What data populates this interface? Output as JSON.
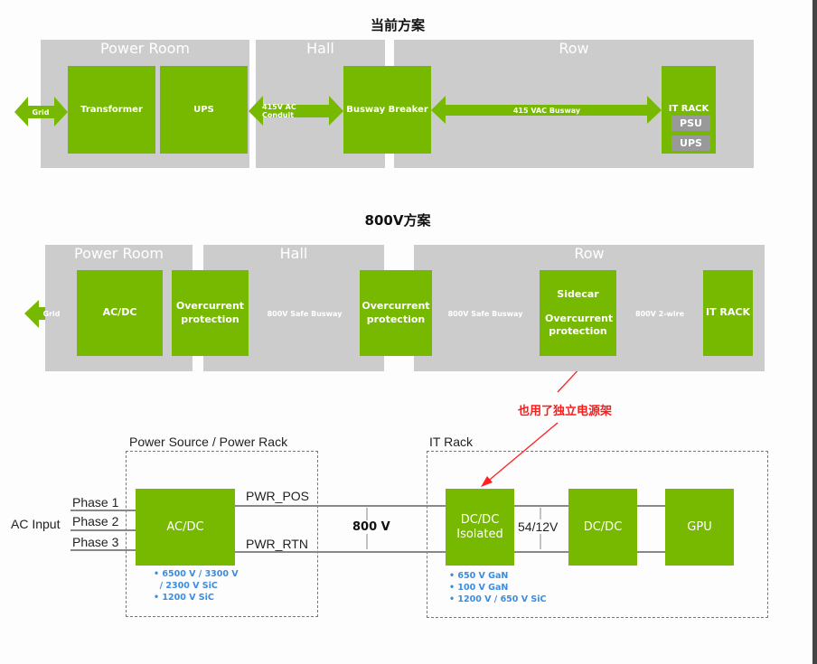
{
  "colors": {
    "nvidia_green": "#76b900",
    "zone_gray": "#cccccc",
    "annotation_red": "#ff0000",
    "bullet_blue": "#3a8de0"
  },
  "current": {
    "title": "当前方案",
    "zones": [
      "Power Room",
      "Hall",
      "Row"
    ],
    "grid": "Grid",
    "transformer": "Transformer",
    "ups": "UPS",
    "conduit": "415V AC Conduit",
    "busway_breaker": "Busway Breaker",
    "busway": "415 VAC Busway",
    "it_rack": "IT RACK",
    "psu": "PSU",
    "rack_ups": "UPS"
  },
  "v800": {
    "title": "800V方案",
    "zones": [
      "Power Room",
      "Hall",
      "Row"
    ],
    "grid": "Grid",
    "acdc": "AC/DC",
    "ocp1": "Overcurrent protection",
    "safe_busway_1": "800V Safe Busway",
    "ocp2": "Overcurrent protection",
    "safe_busway_2": "800V Safe Busway",
    "sidecar": "Sidecar",
    "sidecar_ocp": "Overcurrent protection",
    "two_wire": "800V 2-wire",
    "it_rack": "IT RACK"
  },
  "annotation": {
    "text": "也用了独立电源架"
  },
  "bottom": {
    "power_source_label": "Power Source / Power Rack",
    "it_rack_label": "IT Rack",
    "ac_input": "AC Input",
    "phases": [
      "Phase 1",
      "Phase 2",
      "Phase 3"
    ],
    "acdc": "AC/DC",
    "pwr_pos": "PWR_POS",
    "pwr_rtn": "PWR_RTN",
    "voltage": "800 V",
    "dcdc_isolated_1": "DC/DC",
    "dcdc_isolated_2": "Isolated",
    "mid_voltage": "54/12V",
    "dcdc": "DC/DC",
    "gpu": "GPU",
    "source_bullets": [
      "• 6500 V / 3300 V",
      "  / 2300 V SiC",
      "• 1200 V SiC"
    ],
    "rack_bullets": [
      "• 650 V GaN",
      "• 100 V GaN",
      "• 1200 V / 650 V SiC"
    ]
  }
}
